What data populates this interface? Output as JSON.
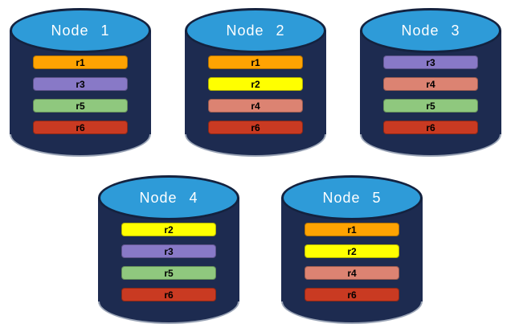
{
  "diagram": {
    "description": "Database nodes with replicated records"
  },
  "colors": {
    "background": "#ffffff",
    "cylinder_body": "#1d2b50",
    "cylinder_top": "#2e9bd8",
    "cylinder_outline": "#14223f",
    "bottom_edge": "#9aa4b6",
    "bar_border": "rgba(0,0,0,0.3)",
    "bar_text": "#000000",
    "title_text": "#ffffff"
  },
  "record_colors": {
    "r1": "#ffa302",
    "r2": "#ffff00",
    "r3": "#8879c7",
    "r4": "#dc8372",
    "r5": "#8fc87e",
    "r6": "#c93a22"
  },
  "nodes": [
    {
      "label": "Node 1",
      "row": 1,
      "records": [
        "r1",
        "r3",
        "r5",
        "r6"
      ]
    },
    {
      "label": "Node 2",
      "row": 1,
      "records": [
        "r1",
        "r2",
        "r4",
        "r6"
      ]
    },
    {
      "label": "Node 3",
      "row": 1,
      "records": [
        "r3",
        "r4",
        "r5",
        "r6"
      ]
    },
    {
      "label": "Node 4",
      "row": 2,
      "records": [
        "r2",
        "r3",
        "r5",
        "r6"
      ]
    },
    {
      "label": "Node 5",
      "row": 2,
      "records": [
        "r1",
        "r2",
        "r4",
        "r6"
      ]
    }
  ]
}
